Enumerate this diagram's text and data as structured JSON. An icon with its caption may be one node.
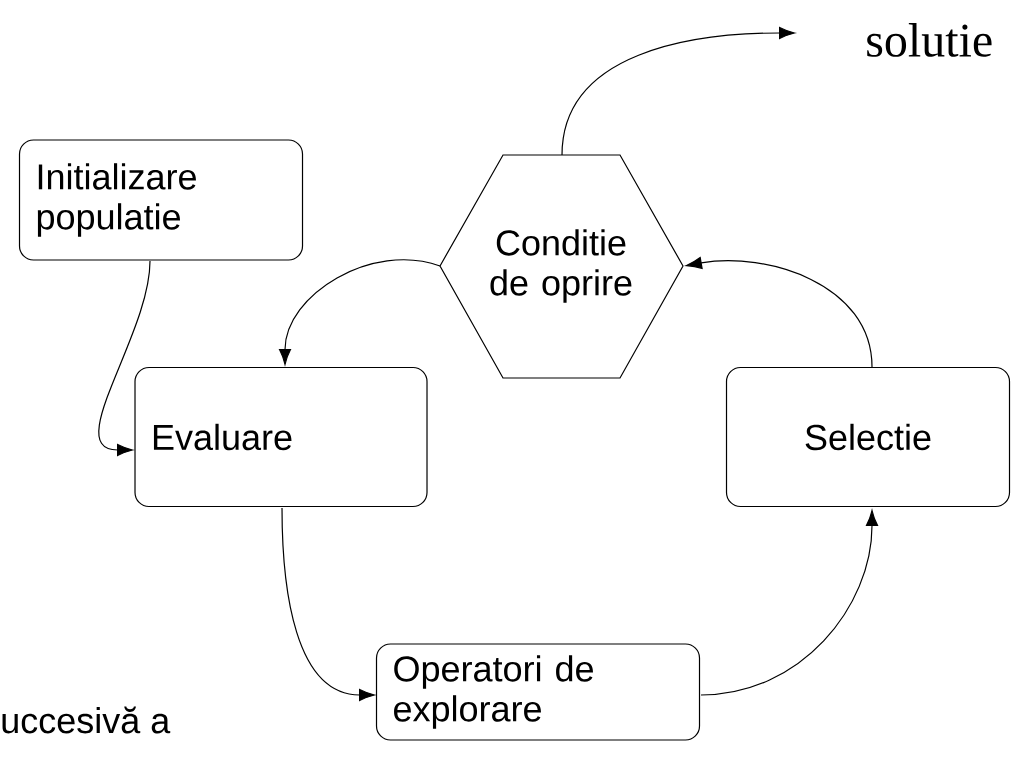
{
  "diagram": {
    "nodes": [
      {
        "text": [
          "Initializare populatie"
        ]
      },
      {
        "text": [
          "Conditie de oprire"
        ]
      },
      {
        "text": [
          "solutie"
        ]
      },
      {
        "text": [
          "Evaluare"
        ]
      },
      {
        "text": [
          "Selectie"
        ]
      },
      {
        "text": [
          "Operatori de explorare"
        ]
      }
    ],
    "edges": [
      {
        "from": 0,
        "to": 3,
        "arrow": "to"
      },
      {
        "from": 1,
        "to": 3,
        "arrow": "to"
      },
      {
        "from": 3,
        "to": 5,
        "arrow": "to"
      },
      {
        "from": 5,
        "to": 4,
        "arrow": "to"
      },
      {
        "from": 4,
        "to": 1,
        "arrow": "to"
      },
      {
        "from": 1,
        "to": 2,
        "arrow": "to"
      }
    ],
    "labels": [
      "uccesivă a"
    ]
  }
}
